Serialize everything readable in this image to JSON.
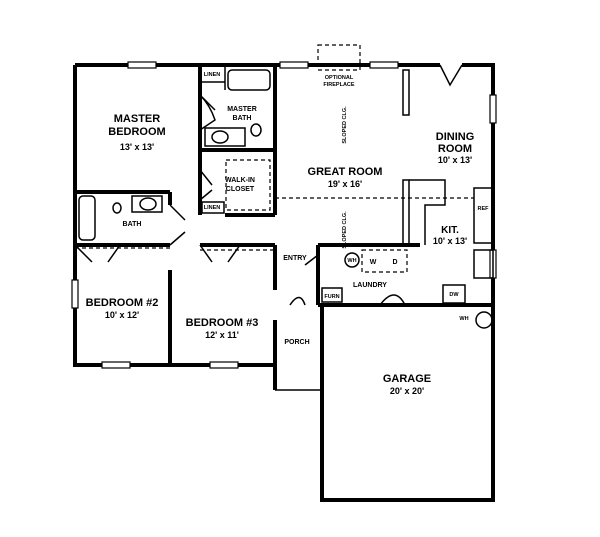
{
  "rooms": {
    "master_bedroom": {
      "name_1": "MASTER",
      "name_2": "BEDROOM",
      "size": "13' x 13'"
    },
    "master_bath": {
      "name_1": "MASTER",
      "name_2": "BATH"
    },
    "linen_top": "LINEN",
    "linen_bottom": "LINEN",
    "walk_in_closet": {
      "name_1": "WALK-IN",
      "name_2": "CLOSET"
    },
    "bath": "BATH",
    "great_room": {
      "name": "GREAT ROOM",
      "size": "19' x 16'"
    },
    "dining_room": {
      "name_1": "DINING",
      "name_2": "ROOM",
      "size": "10' x 13'"
    },
    "kitchen": {
      "name": "KIT.",
      "size": "10' x 13'"
    },
    "bedroom_2": {
      "name": "BEDROOM #2",
      "size": "10' x 12'"
    },
    "bedroom_3": {
      "name": "BEDROOM #3",
      "size": "12' x 11'"
    },
    "entry": "ENTRY",
    "laundry": "LAUNDRY",
    "porch": "PORCH",
    "garage": {
      "name": "GARAGE",
      "size": "20' x 20'"
    }
  },
  "fixtures": {
    "fireplace_1": "OPTIONAL",
    "fireplace_2": "FIREPLACE",
    "sloped_ceiling_1": "SLOPED CLG.",
    "sloped_ceiling_2": "SLOPED CLG.",
    "water_heater_laundry": "WH",
    "washer": "W",
    "dryer": "D",
    "furnace": "FURN",
    "refrigerator": "REF",
    "dishwasher": "DW",
    "water_heater_garage": "WH"
  }
}
